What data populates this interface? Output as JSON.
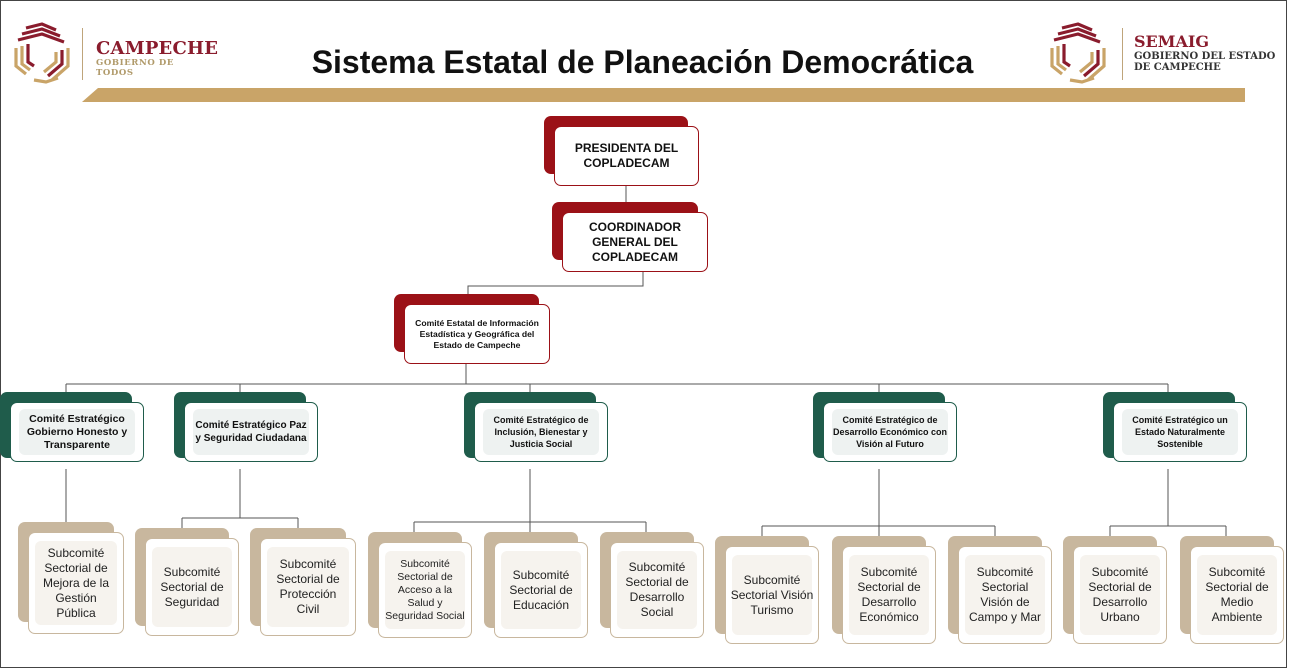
{
  "header": {
    "title": "Sistema Estatal de Planeación Democrática",
    "logo_left": {
      "name": "CAMPECHE",
      "tagline": "GOBIERNO DE TODOS"
    },
    "logo_right": {
      "name": "SEMAIG",
      "tagline": "GOBIERNO DEL ESTADO DE CAMPECHE"
    }
  },
  "colors": {
    "red": "#9b1117",
    "green": "#1f5c4b",
    "tan": "#c8b79e",
    "gold": "#c9a468",
    "maroon": "#8a1c2d"
  },
  "org": {
    "president": "PRESIDENTA DEL COPLADECAM",
    "coordinator": "COORDINADOR GENERAL DEL COPLADECAM",
    "committee": "Comité Estatal de Información Estadística y Geográfica del Estado de Campeche",
    "strategic": [
      {
        "label": "Comité Estratégico Gobierno Honesto y Transparente",
        "subcommittees": [
          "Subcomité Sectorial de Mejora de la Gestión Pública"
        ]
      },
      {
        "label": "Comité Estratégico  Paz y Seguridad Ciudadana",
        "subcommittees": [
          "Subcomité Sectorial de Seguridad",
          "Subcomité Sectorial de Protección Civil"
        ]
      },
      {
        "label": "Comité Estratégico de Inclusión, Bienestar y Justicia Social",
        "subcommittees": [
          "Subcomité Sectorial de Acceso a la Salud y Seguridad Social",
          "Subcomité Sectorial de Educación",
          "Subcomité Sectorial de Desarrollo Social"
        ]
      },
      {
        "label": "Comité Estratégico de Desarrollo Económico con Visión al Futuro",
        "subcommittees": [
          "Subcomité Sectorial Visión Turismo",
          "Subcomité Sectorial de Desarrollo Económico",
          "Subcomité Sectorial Visión de Campo y Mar"
        ]
      },
      {
        "label": "Comité Estratégico un Estado Naturalmente Sostenible",
        "subcommittees": [
          "Subcomité Sectorial de Desarrollo Urbano",
          "Subcomité Sectorial de Medio Ambiente"
        ]
      }
    ]
  }
}
